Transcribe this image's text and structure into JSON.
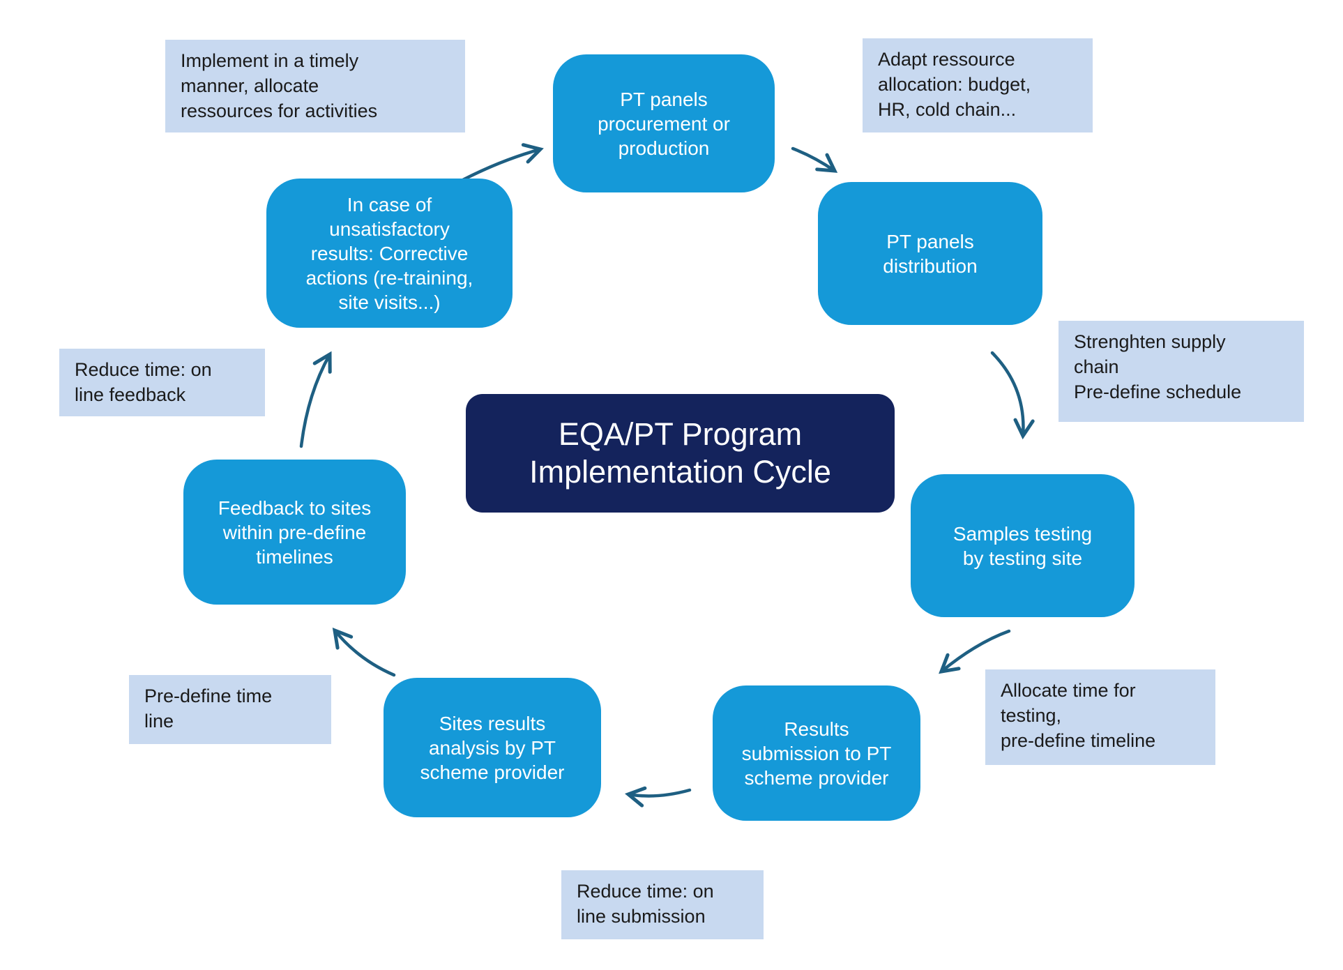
{
  "title": {
    "text": "EQA/PT Program\nImplementation Cycle"
  },
  "colors": {
    "node_blue": "#1599d8",
    "center_navy": "#14235c",
    "annotation_blue": "#c8d9f0",
    "arrow_teal": "#1e5f82",
    "node_text": "#ffffff",
    "annotation_text": "#1a1a1a"
  },
  "nodes": {
    "procurement": {
      "label": "PT panels\nprocurement or\nproduction"
    },
    "distribution": {
      "label": "PT panels\ndistribution"
    },
    "samples_testing": {
      "label": "Samples testing\nby testing site"
    },
    "results_submission": {
      "label": "Results\nsubmission to PT\nscheme provider"
    },
    "sites_analysis": {
      "label": "Sites results\nanalysis by PT\nscheme provider"
    },
    "feedback": {
      "label": "Feedback to sites\nwithin pre-define\ntimelines"
    },
    "corrective": {
      "label": "In case of\nunsatisfactory\nresults: Corrective\nactions (re-training,\nsite visits...)"
    }
  },
  "annotations": {
    "implement_timely": {
      "text": "Implement in a timely\nmanner, allocate\nressources for activities"
    },
    "adapt_resources": {
      "text": "Adapt ressource\nallocation: budget,\nHR, cold chain..."
    },
    "supply_chain": {
      "text": "Strenghten supply\nchain\nPre-define schedule"
    },
    "allocate_time": {
      "text": "Allocate time for\ntesting,\npre-define timeline"
    },
    "reduce_submission": {
      "text": "Reduce time: on\nline submission"
    },
    "predefine_timeline": {
      "text": "Pre-define time\nline"
    },
    "reduce_feedback": {
      "text": "Reduce time: on\nline feedback"
    }
  }
}
